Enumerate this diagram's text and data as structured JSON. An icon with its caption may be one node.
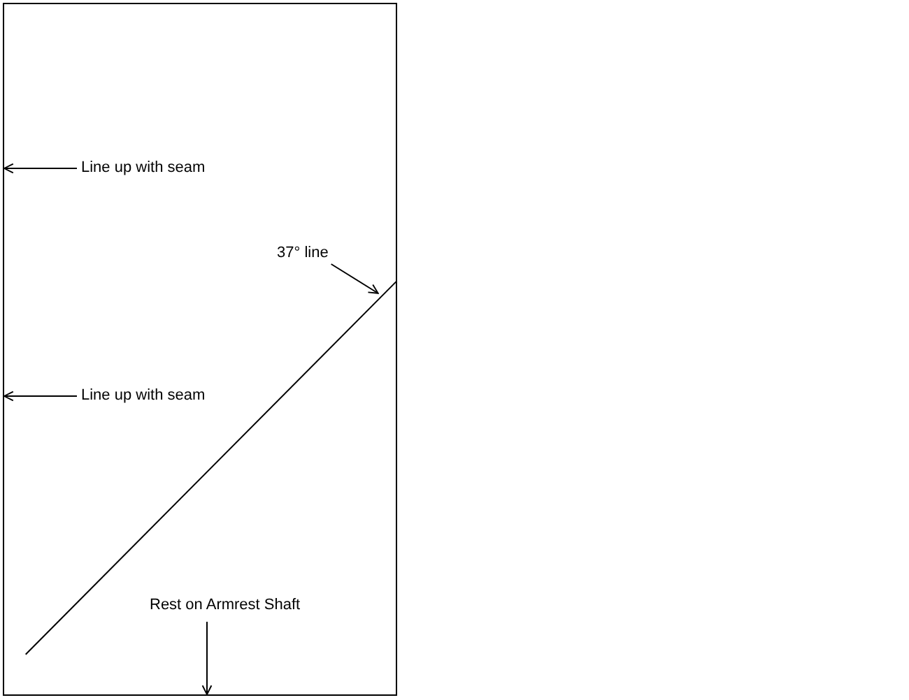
{
  "diagram": {
    "nodes": [
      {
        "text": [],
        "shape": "box"
      },
      {
        "text": [
          "Line up with seam"
        ],
        "in": 0
      },
      {
        "text": [
          "Line up with seam"
        ],
        "in": 0
      },
      {
        "text": [
          "37° line"
        ],
        "in": 0
      },
      {
        "text": [
          "Rest on Armrest Shaft"
        ],
        "in": 0
      }
    ],
    "edges": [
      {
        "from": 1,
        "to": 0,
        "arrow": "to"
      },
      {
        "from": 2,
        "to": 0,
        "arrow": "to"
      },
      {
        "from": 3,
        "to": null,
        "arrow": "to"
      },
      {
        "from": 4,
        "to": 0,
        "arrow": "to"
      }
    ]
  }
}
